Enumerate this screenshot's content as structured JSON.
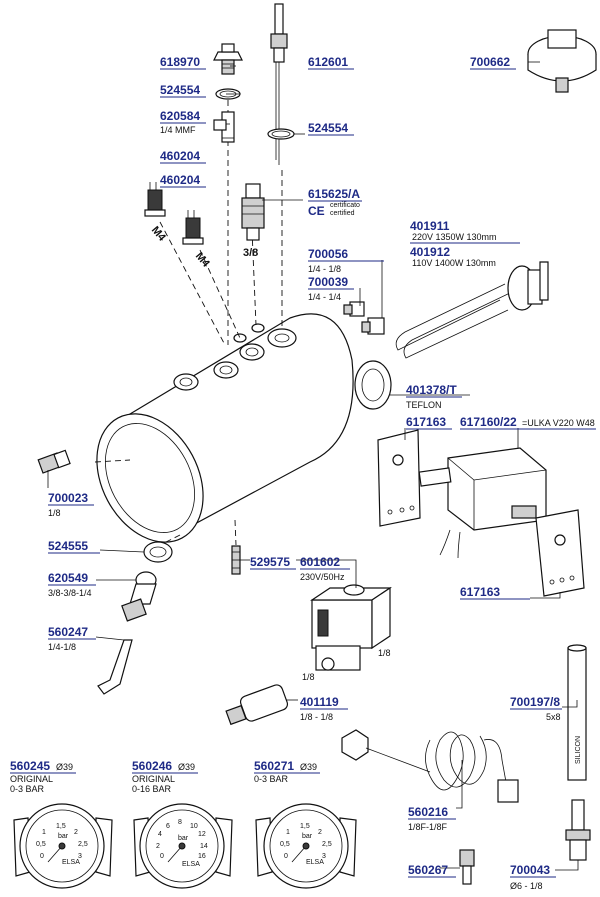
{
  "parts": [
    {
      "code": "618970"
    },
    {
      "code": "524554"
    },
    {
      "code": "620584",
      "desc": "1/4 MMF"
    },
    {
      "code": "460204"
    },
    {
      "code": "460204"
    },
    {
      "code": "612601"
    },
    {
      "code": "524554"
    },
    {
      "code": "615625/A",
      "cert1": "certificato",
      "cert2": "certified"
    },
    {
      "code": "700662"
    },
    {
      "code": "401911",
      "desc": "220V 1350W 130mm"
    },
    {
      "code": "401912",
      "desc": "110V 1400W 130mm"
    },
    {
      "code": "700056",
      "desc": "1/4 - 1/8"
    },
    {
      "code": "700039",
      "desc": "1/4 - 1/4"
    },
    {
      "code": "401378/T",
      "desc": "TEFLON"
    },
    {
      "code": "617163"
    },
    {
      "code": "617160/22",
      "desc": "=ULKA V220 W48"
    },
    {
      "code": "617163"
    },
    {
      "code": "700023",
      "desc": "1/8"
    },
    {
      "code": "524555"
    },
    {
      "code": "529575"
    },
    {
      "code": "620549",
      "desc": "3/8-3/8-1/4"
    },
    {
      "code": "601602",
      "desc": "230V/50Hz"
    },
    {
      "code": "560247",
      "desc": "1/4-1/8"
    },
    {
      "code": "401119",
      "desc": "1/8 - 1/8"
    },
    {
      "code": "700197/8",
      "desc": "5x8"
    },
    {
      "code": "560245",
      "size": "Ø39",
      "desc1": "ORIGINAL",
      "desc2": "0-3 BAR"
    },
    {
      "code": "560246",
      "size": "Ø39",
      "desc1": "ORIGINAL",
      "desc2": "0-16 BAR"
    },
    {
      "code": "560271",
      "size": "Ø39",
      "desc1": "0-3 BAR"
    },
    {
      "code": "560216",
      "desc": "1/8F-1/8F"
    },
    {
      "code": "560267"
    },
    {
      "code": "700043",
      "desc": "Ø6 - 1/8"
    }
  ],
  "marks": {
    "m4_a": "M4",
    "m4_b": "M4",
    "thread_38": "3/8",
    "ce": "CE",
    "valve_18_a": "1/8",
    "valve_18_b": "1/8",
    "silicon": "SILICON"
  },
  "gauges": [
    {
      "unit": "bar",
      "ticks": [
        "0",
        "0,5",
        "1",
        "1,5",
        "2",
        "2,5",
        "3"
      ],
      "brand": "ELSA"
    },
    {
      "unit": "bar",
      "ticks": [
        "0",
        "2",
        "4",
        "6",
        "8",
        "10",
        "12",
        "14",
        "16"
      ],
      "brand": "ELSA"
    },
    {
      "unit": "bar",
      "ticks": [
        "0",
        "0,5",
        "1",
        "1,5",
        "2",
        "2,5",
        "3"
      ],
      "brand": "ELSA"
    }
  ]
}
